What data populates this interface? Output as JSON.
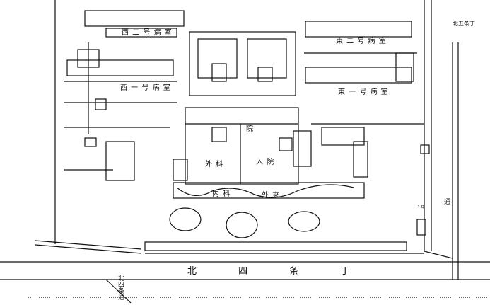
{
  "map": {
    "ward_labels": {
      "west_2": "西 二 号 病 室",
      "west_1": "西 一 号 病 室",
      "east_2": "東 二 号 病 室",
      "east_1": "東 一 号 病 室"
    },
    "center": {
      "surgery": "外 科",
      "internal": "内 科",
      "outpatient": "外 來",
      "admission": "入 院",
      "yard": "院"
    },
    "street_names": {
      "south": "北 四 条 丁",
      "east": "通"
    },
    "corner_labels": {
      "top_right": "北五条丁",
      "bottom_left": "北四条通"
    },
    "numbers": {
      "lot": "19"
    }
  }
}
